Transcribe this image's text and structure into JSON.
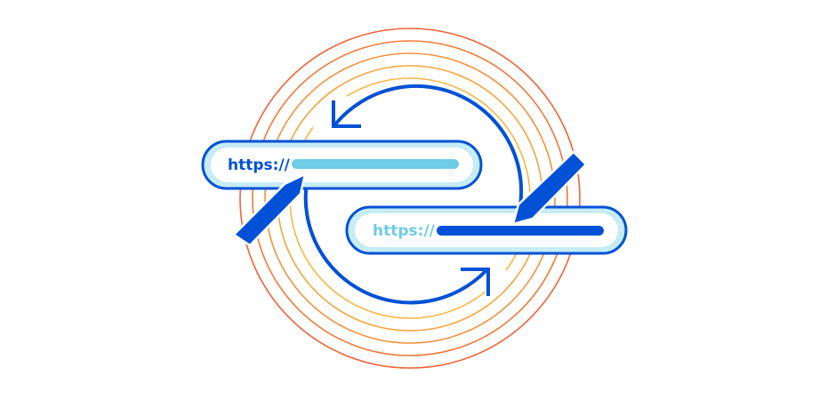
{
  "illustration": {
    "description": "URL redirect / rewrite illustration with two address bars, circular arrows, pens and concentric rings",
    "colors": {
      "background": "#ffffff",
      "primary_blue": "#0051d5",
      "light_blue_fill": "#c6ecf5",
      "sky_blue": "#6ecce6",
      "rings": [
        "#f0633a",
        "#f27a3c",
        "#f5913f",
        "#f7a541",
        "#f9b647"
      ]
    },
    "url_bar_top": {
      "prefix": "https://",
      "prefix_color": "#0051d5",
      "path_line_color": "#6ecce6"
    },
    "url_bar_bottom": {
      "prefix": "https://",
      "prefix_color": "#6ecce6",
      "path_line_color": "#0051d5"
    },
    "arrows": [
      {
        "name": "top-arrow",
        "direction": "counter-clockwise, pointing left-down"
      },
      {
        "name": "bottom-arrow",
        "direction": "clockwise, pointing right-up"
      }
    ],
    "pens": [
      {
        "name": "left-pen",
        "position": "below top url bar"
      },
      {
        "name": "right-pen",
        "position": "above bottom url bar"
      }
    ]
  }
}
